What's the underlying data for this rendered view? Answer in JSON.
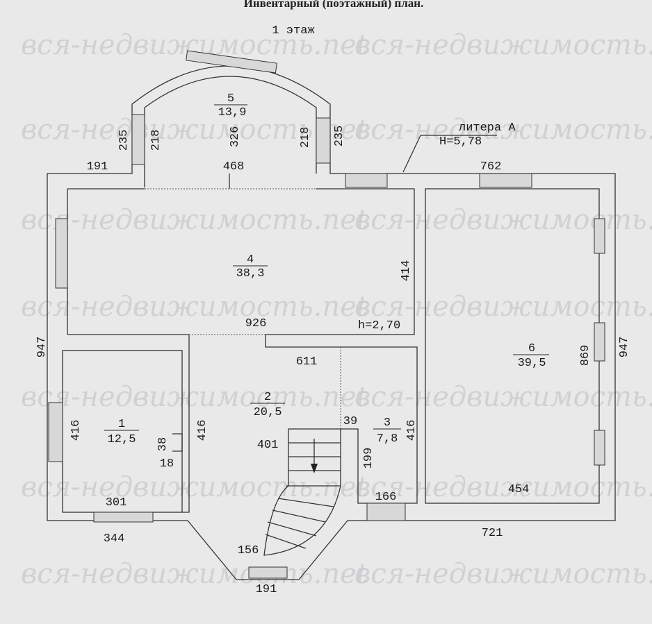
{
  "title": "Инвентарный (поэтажный) план.",
  "floor": "1 этаж",
  "watermark": "вся-недвижимость.net",
  "litera": {
    "name": "литера А",
    "height": "Н=5,78"
  },
  "rooms": [
    {
      "num": "1",
      "area": "12,5"
    },
    {
      "num": "2",
      "area": "20,5"
    },
    {
      "num": "3",
      "area": "7,8"
    },
    {
      "num": "4",
      "area": "38,3"
    },
    {
      "num": "5",
      "area": "13,9"
    },
    {
      "num": "6",
      "area": "39,5"
    }
  ],
  "ceiling_height": "h=2,70",
  "dimensions": {
    "d235a": "235",
    "d218a": "218",
    "d326": "326",
    "d218b": "218",
    "d235b": "235",
    "d191top": "191",
    "d468": "468",
    "d762": "762",
    "d414": "414",
    "d926": "926",
    "d947left": "947",
    "d947right": "947",
    "d611": "611",
    "d869": "869",
    "d416a": "416",
    "d38": "38",
    "d18": "18",
    "d416b": "416",
    "d401": "401",
    "d39": "39",
    "d199": "199",
    "d416c": "416",
    "d166": "166",
    "d454": "454",
    "d301": "301",
    "d344": "344",
    "d721": "721",
    "d156": "156",
    "d191bottom": "191"
  }
}
